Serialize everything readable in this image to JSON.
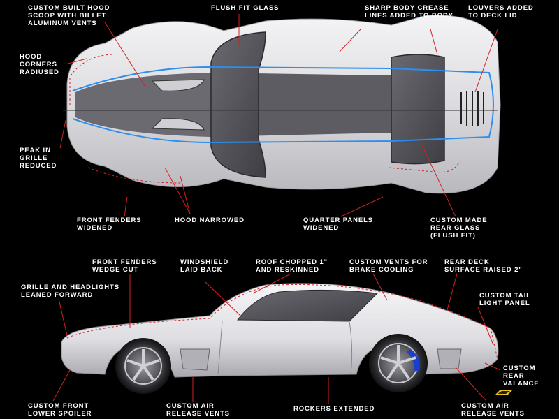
{
  "labels": {
    "hood_scoop": "CUSTOM BUILT HOOD\nSCOOP WITH BILLET\nALUMINUM VENTS",
    "flush_glass": "FLUSH FIT GLASS",
    "crease_lines": "SHARP BODY CREASE\nLINES ADDED TO BODY",
    "louvers": "LOUVERS ADDED\nTO DECK LID",
    "hood_corners": "HOOD\nCORNERS\nRADIUSED",
    "grille_peak": "PEAK IN\nGRILLE\nREDUCED",
    "front_fenders_widened": "FRONT FENDERS\nWIDENED",
    "hood_narrowed": "HOOD NARROWED",
    "quarter_panels": "QUARTER PANELS\nWIDENED",
    "rear_glass": "CUSTOM MADE\nREAR GLASS\n(FLUSH FIT)",
    "front_fenders_wedge": "FRONT FENDERS\nWEDGE CUT",
    "windshield": "WINDSHIELD\nLAID BACK",
    "roof_chopped": "ROOF CHOPPED 1\"\nAND RESKINNED",
    "brake_vents": "CUSTOM VENTS FOR\nBRAKE COOLING",
    "rear_deck": "REAR DECK\nSURFACE RAISED 2\"",
    "grille_headlights": "GRILLE AND HEADLIGHTS\nLEANED FORWARD",
    "tail_light": "CUSTOM TAIL\nLIGHT PANEL",
    "rear_valance": "CUSTOM\nREAR\nVALANCE",
    "front_spoiler": "CUSTOM FRONT\nLOWER SPOILER",
    "air_vents_front": "CUSTOM AIR\nRELEASE VENTS",
    "rockers": "ROCKERS EXTENDED",
    "air_vents_rear": "CUSTOM AIR\nRELEASE VENTS"
  },
  "colors": {
    "background": "#000000",
    "text": "#ffffff",
    "leader_line": "#d42020",
    "body": "#e8e8ec",
    "glass": "#5a5a5e",
    "accent_stripe": "#2a8ff0",
    "brake_caliper": "#1a3fd0"
  }
}
